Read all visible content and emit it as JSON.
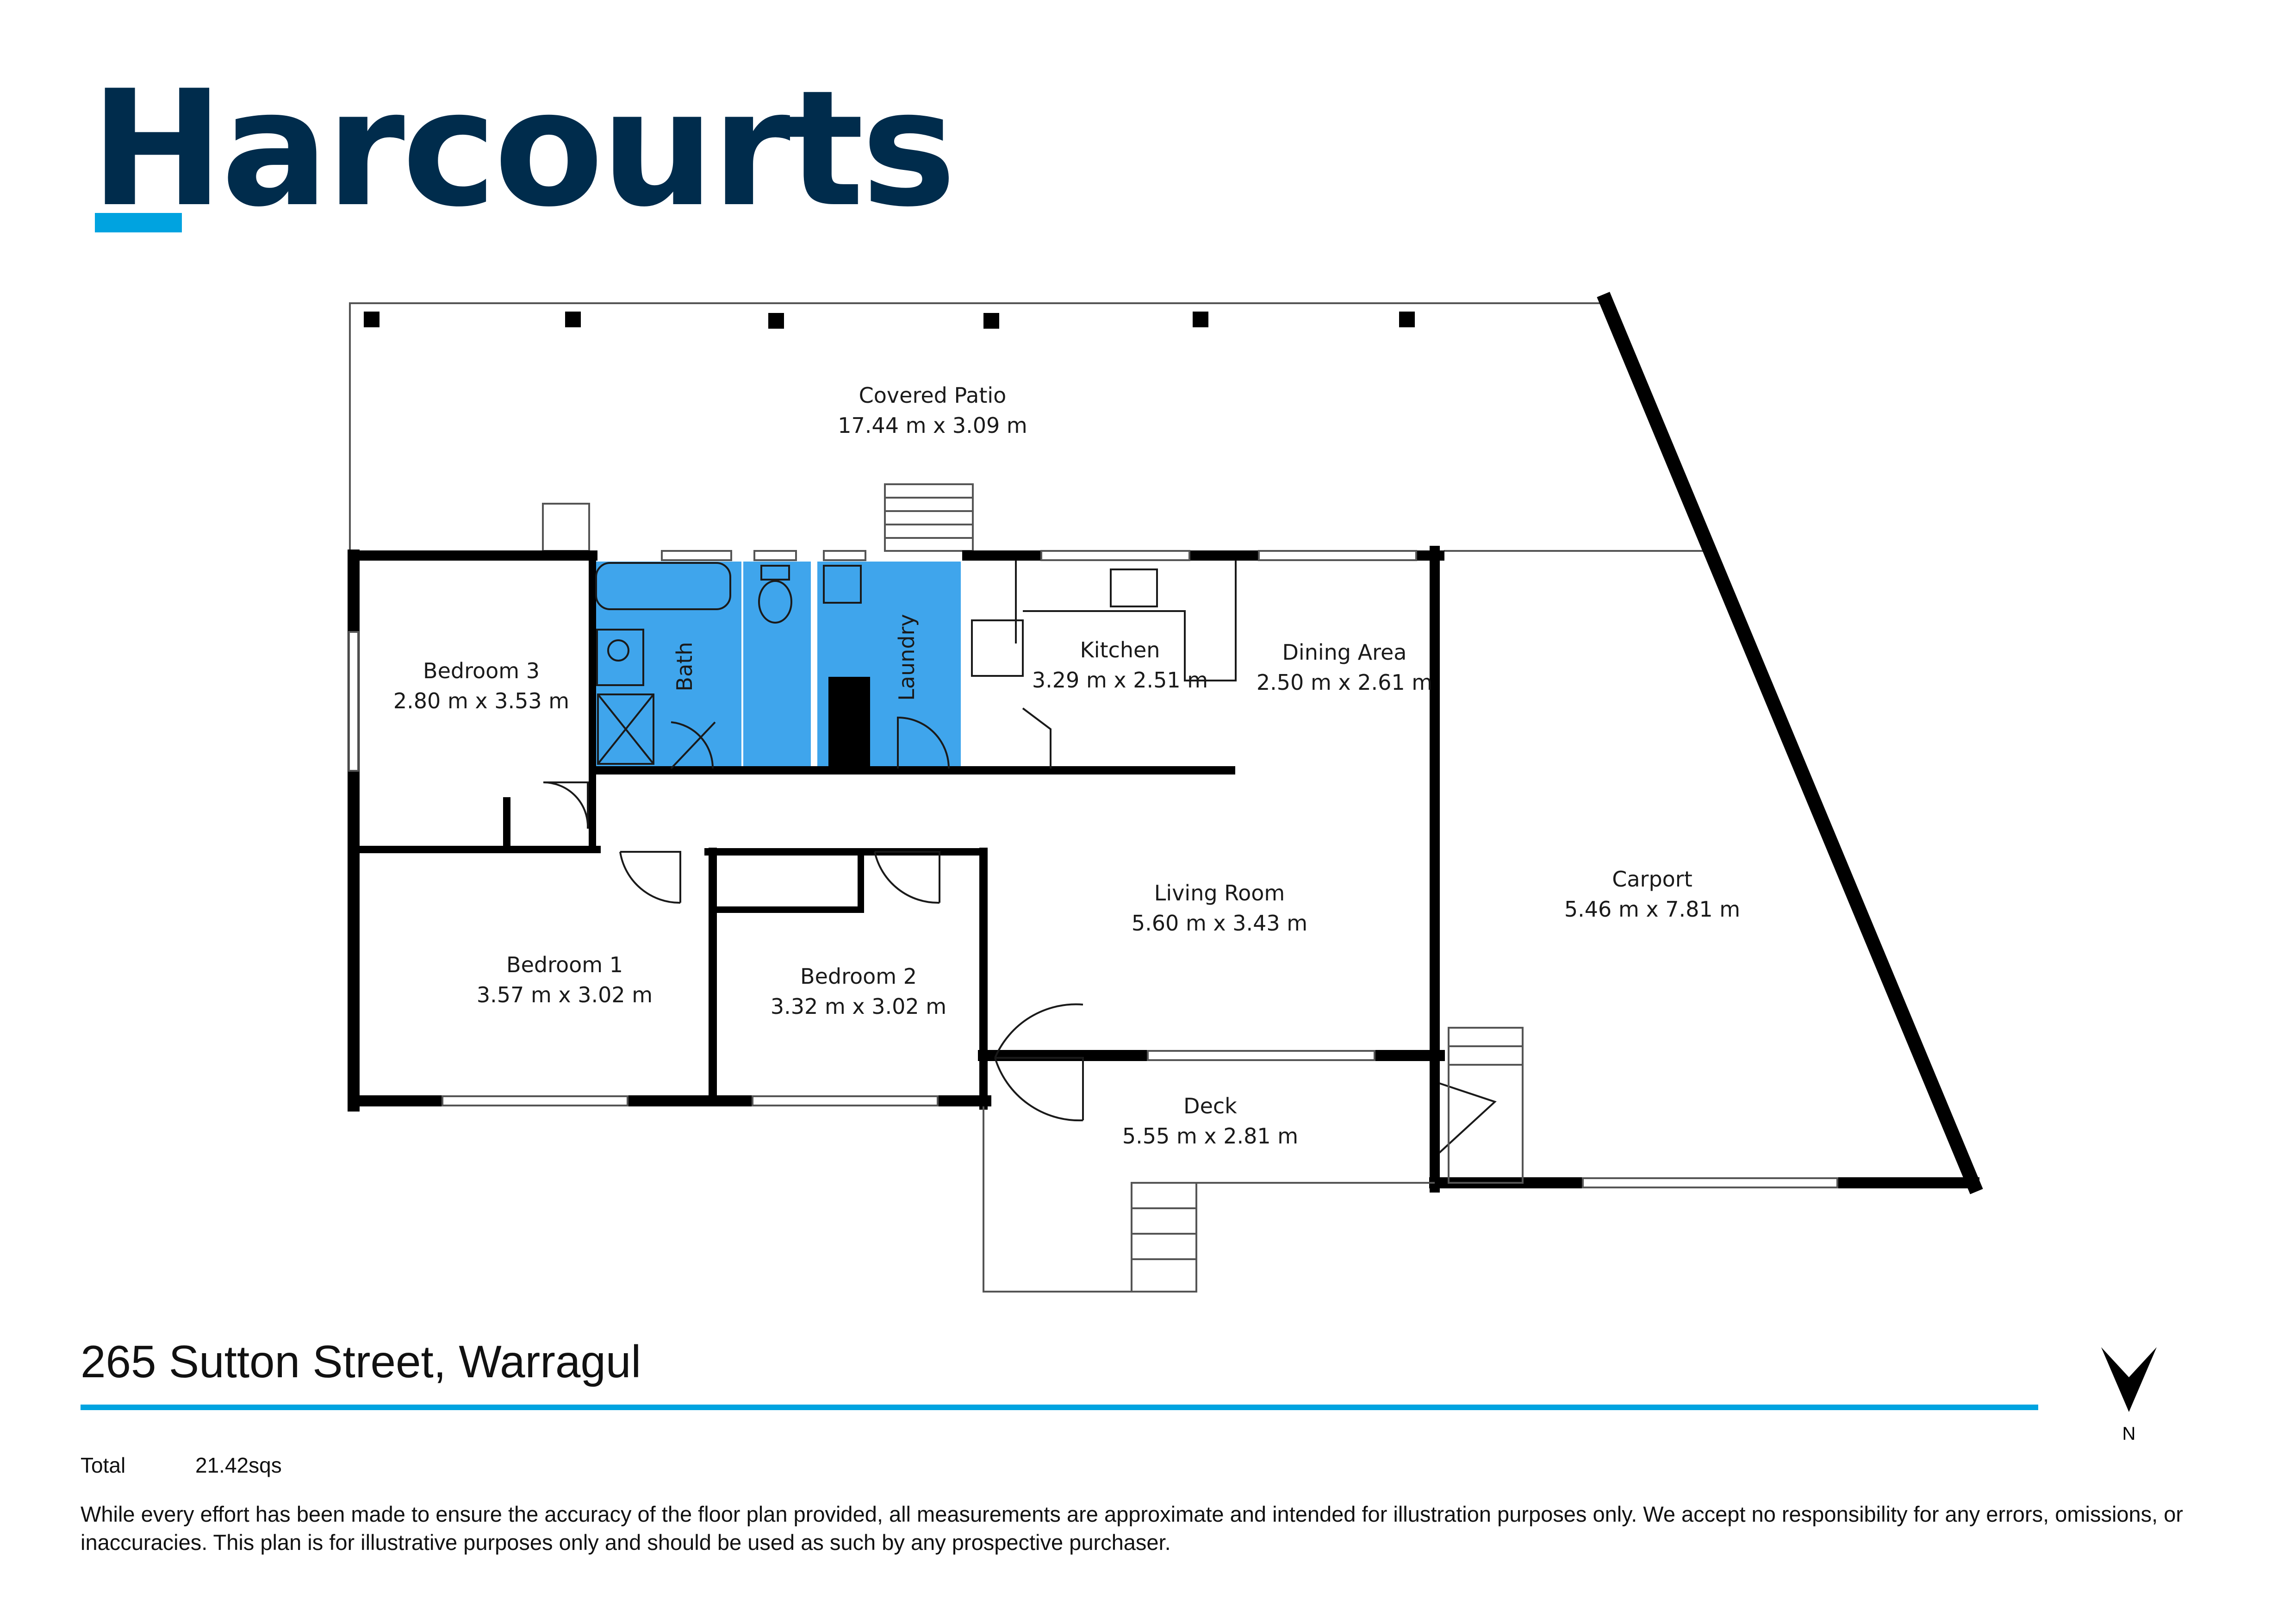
{
  "brand": {
    "name": "Harcourts",
    "colors": {
      "navy": "#002c4c",
      "blue": "#00a3e0"
    }
  },
  "floorplan": {
    "colors": {
      "wall": "#000000",
      "wet_area": "#3fa5ec",
      "outline": "#555555"
    },
    "rooms": {
      "covered_patio": {
        "name": "Covered Patio",
        "dimensions": "17.44 m x 3.09 m"
      },
      "bedroom_3": {
        "name": "Bedroom 3",
        "dimensions": "2.80 m x 3.53 m"
      },
      "bath": {
        "name": "Bath"
      },
      "laundry": {
        "name": "Laundry"
      },
      "kitchen": {
        "name": "Kitchen",
        "dimensions": "3.29 m x 2.51 m"
      },
      "dining_area": {
        "name": "Dining Area",
        "dimensions": "2.50 m x 2.61 m"
      },
      "carport": {
        "name": "Carport",
        "dimensions": "5.46 m x 7.81 m"
      },
      "living_room": {
        "name": "Living Room",
        "dimensions": "5.60 m x 3.43 m"
      },
      "bedroom_1": {
        "name": "Bedroom 1",
        "dimensions": "3.57 m x 3.02 m"
      },
      "bedroom_2": {
        "name": "Bedroom 2",
        "dimensions": "3.32 m x 3.02 m"
      },
      "deck": {
        "name": "Deck",
        "dimensions": "5.55 m x 2.81 m"
      }
    }
  },
  "property": {
    "address": "265 Sutton Street, Warragul",
    "total_label": "Total",
    "total_value": "21.42sqs"
  },
  "compass": {
    "label": "N",
    "icon": "north-arrow-icon"
  },
  "disclaimer": "While every effort has been made to ensure the accuracy of the floor plan provided, all measurements are approximate and intended for illustration purposes only. We accept no responsibility for any errors, omissions, or inaccuracies. This plan is for illustrative purposes only and should be used as such by any prospective purchaser."
}
